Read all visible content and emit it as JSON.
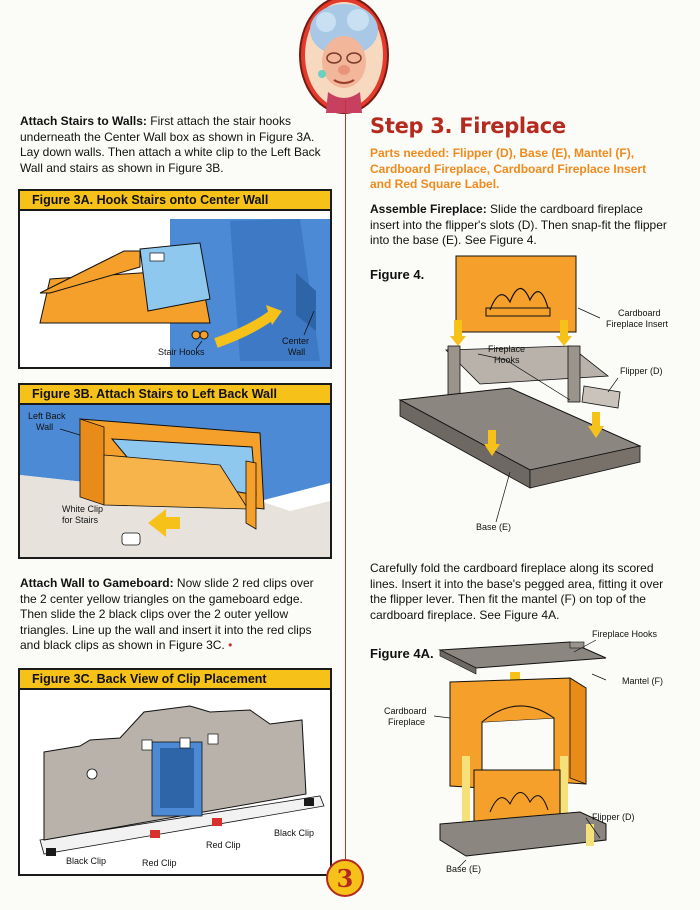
{
  "page_number": "3",
  "left": {
    "stairs": {
      "title": "Attach Stairs to Walls:",
      "body": " First attach the stair hooks underneath the Center Wall box as shown in Figure 3A. Lay down walls. Then attach a white clip to the Left Back Wall and stairs as shown in Figure 3B."
    },
    "fig3a": {
      "title": "Figure 3A. Hook Stairs onto Center Wall",
      "labels": {
        "stair_hooks": "Stair Hooks",
        "center_wall_1": "Center",
        "center_wall_2": "Wall"
      }
    },
    "fig3b": {
      "title": "Figure 3B. Attach Stairs to Left Back Wall",
      "labels": {
        "left_back_wall_1": "Left Back",
        "left_back_wall_2": "Wall",
        "white_clip_1": "White Clip",
        "white_clip_2": "for Stairs"
      }
    },
    "gameboard": {
      "title": "Attach Wall to Gameboard:",
      "body": " Now slide 2 red clips over the 2 center yellow triangles on the gameboard edge. Then slide the 2 black clips over the 2 outer yellow triangles. Line up the wall and insert it into the red clips and black clips as shown in Figure 3C.",
      "end_mark": "•"
    },
    "fig3c": {
      "title": "Figure 3C. Back View of Clip Placement",
      "labels": {
        "black_clip_left": "Black Clip",
        "red_clip_left": "Red Clip",
        "red_clip_right": "Red Clip",
        "black_clip_right": "Black Clip"
      }
    }
  },
  "right": {
    "heading": "Step 3. Fireplace",
    "parts_needed": "Parts needed: Flipper (D), Base (E), Mantel (F), Cardboard Fireplace, Cardboard Fireplace Insert and Red Square Label.",
    "assemble": {
      "title": "Assemble Fireplace:",
      "body": " Slide the cardboard fireplace insert into the flipper's slots (D). Then snap-fit the flipper into the base (E). See Figure 4."
    },
    "fig4": {
      "title": "Figure 4.",
      "labels": {
        "insert_1": "Cardboard",
        "insert_2": "Fireplace Insert",
        "hooks_1": "Fireplace",
        "hooks_2": "Hooks",
        "flipper": "Flipper (D)",
        "base": "Base (E)"
      }
    },
    "fold": {
      "body": "Carefully fold the cardboard fireplace along its scored lines. Insert it into the base's pegged area, fitting it over the flipper lever. Then fit the mantel (F) on top of the cardboard fireplace. See Figure 4A."
    },
    "fig4a": {
      "title": "Figure 4A.",
      "labels": {
        "hooks": "Fireplace Hooks",
        "mantel": "Mantel (F)",
        "cardboard_1": "Cardboard",
        "cardboard_2": "Fireplace",
        "flipper": "Flipper (D)",
        "base": "Base (E)"
      }
    }
  }
}
